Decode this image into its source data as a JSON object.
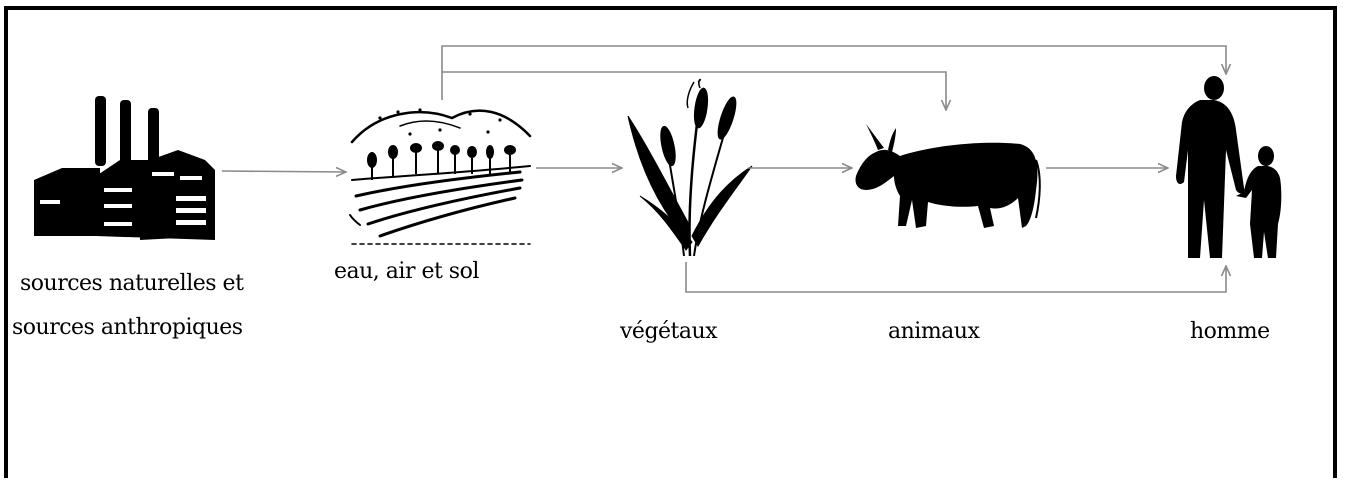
{
  "nodes": {
    "sources": {
      "label_line1": "sources naturelles  et",
      "label_line2": "sources anthropiques",
      "icon": "factory-icon"
    },
    "environment": {
      "label": "eau, air et sol",
      "icon": "landscape-icon"
    },
    "plants": {
      "label": "végétaux",
      "icon": "wheat-icon"
    },
    "animals": {
      "label": "animaux",
      "icon": "cow-icon"
    },
    "human": {
      "label": "homme",
      "icon": "people-icon"
    }
  },
  "edges": [
    {
      "from": "sources",
      "to": "environment"
    },
    {
      "from": "environment",
      "to": "plants"
    },
    {
      "from": "plants",
      "to": "animals"
    },
    {
      "from": "animals",
      "to": "human"
    },
    {
      "from": "environment",
      "to": "animals"
    },
    {
      "from": "environment",
      "to": "human"
    },
    {
      "from": "plants",
      "to": "human"
    }
  ],
  "colors": {
    "ink": "#000000",
    "arrow": "#8a8a8a",
    "frame": "#000000",
    "background": "#ffffff"
  }
}
